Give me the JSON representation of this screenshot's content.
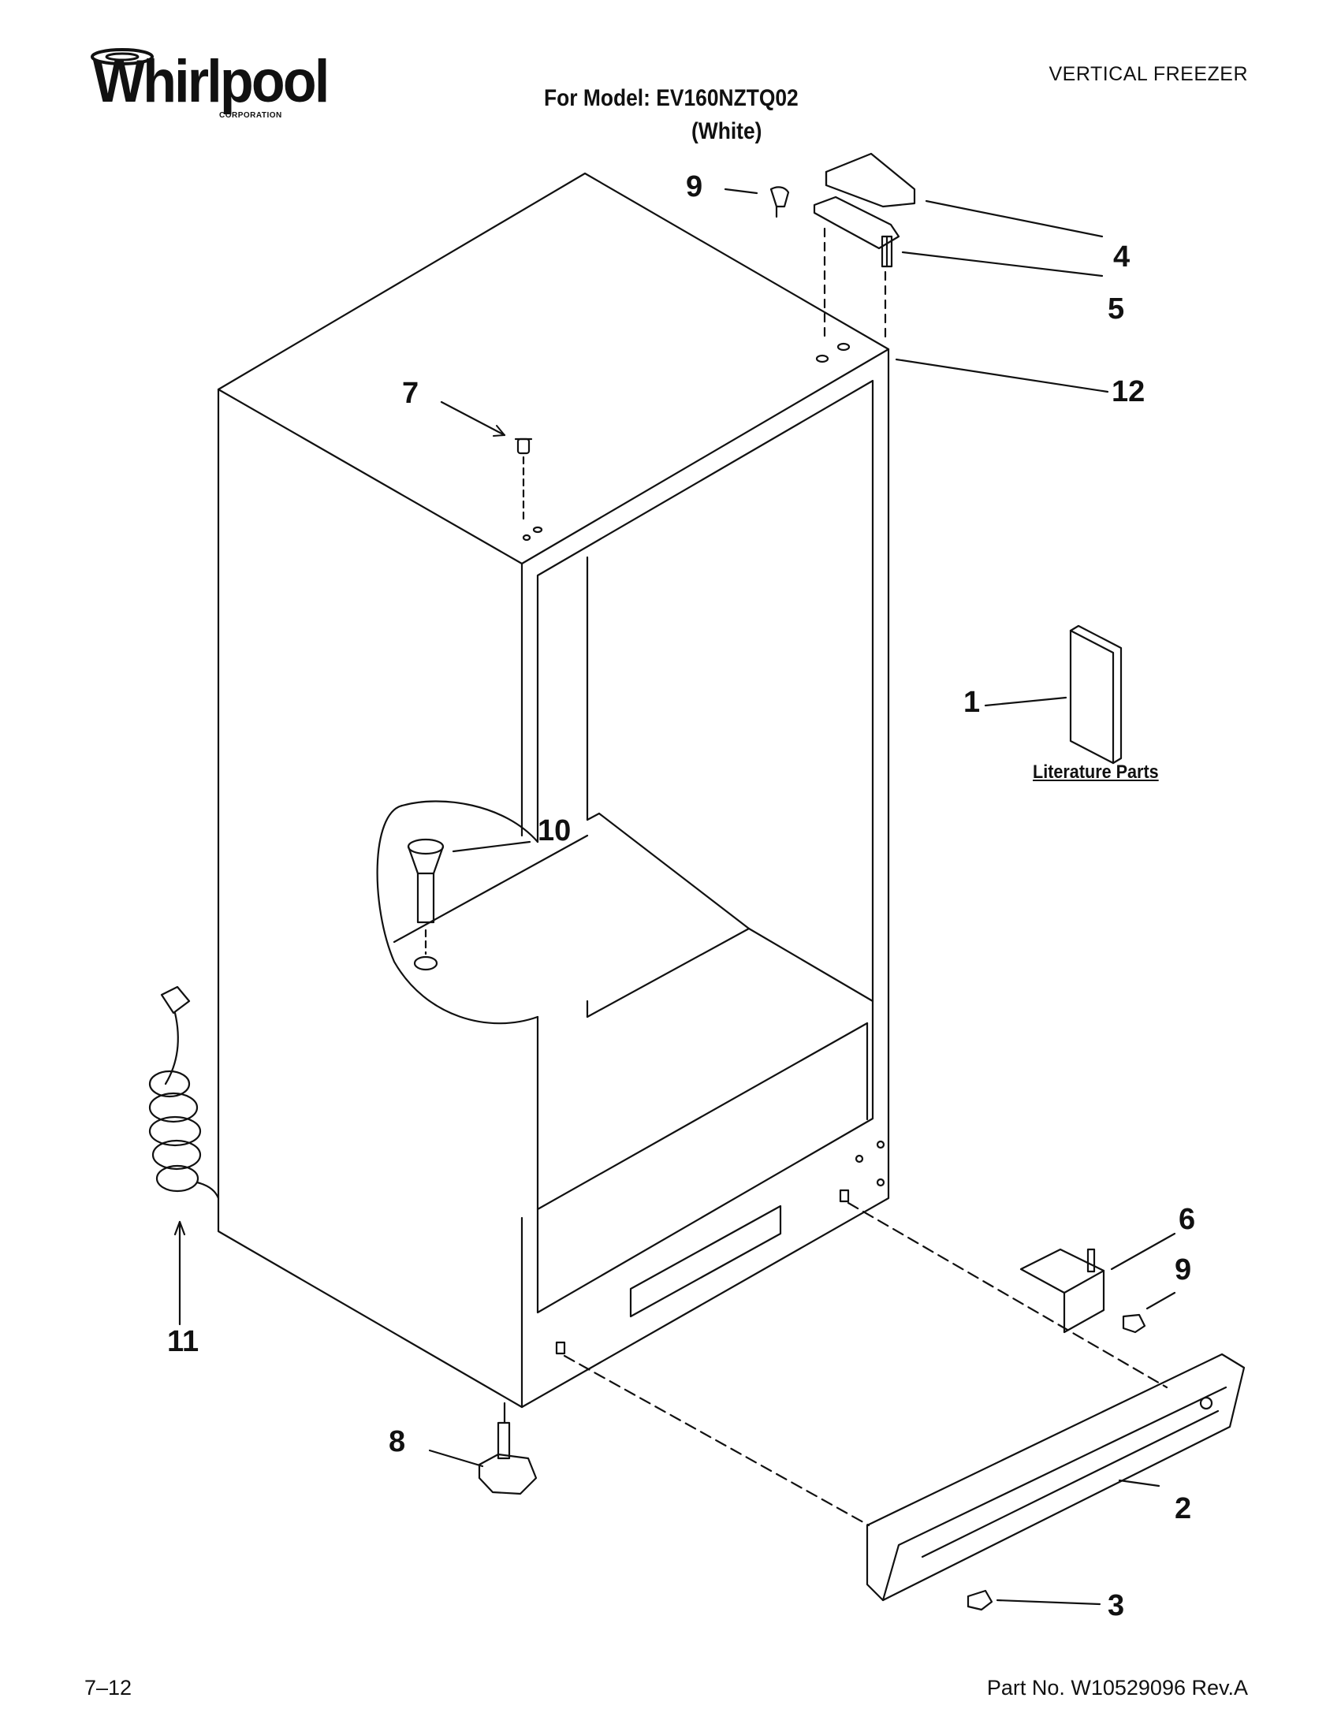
{
  "header": {
    "brand": "Whirlpool",
    "brand_sub": "CORPORATION",
    "category": "VERTICAL FREEZER",
    "model_line": "For Model: EV160NZTQ02",
    "color_line": "(White)"
  },
  "diagram": {
    "callouts": [
      "1",
      "2",
      "3",
      "4",
      "5",
      "6",
      "7",
      "8",
      "9",
      "10",
      "11",
      "12",
      "9"
    ],
    "literature_label": "Literature Parts"
  },
  "footer": {
    "page": "7–12",
    "part_no": "Part No. W10529096 Rev.A"
  }
}
